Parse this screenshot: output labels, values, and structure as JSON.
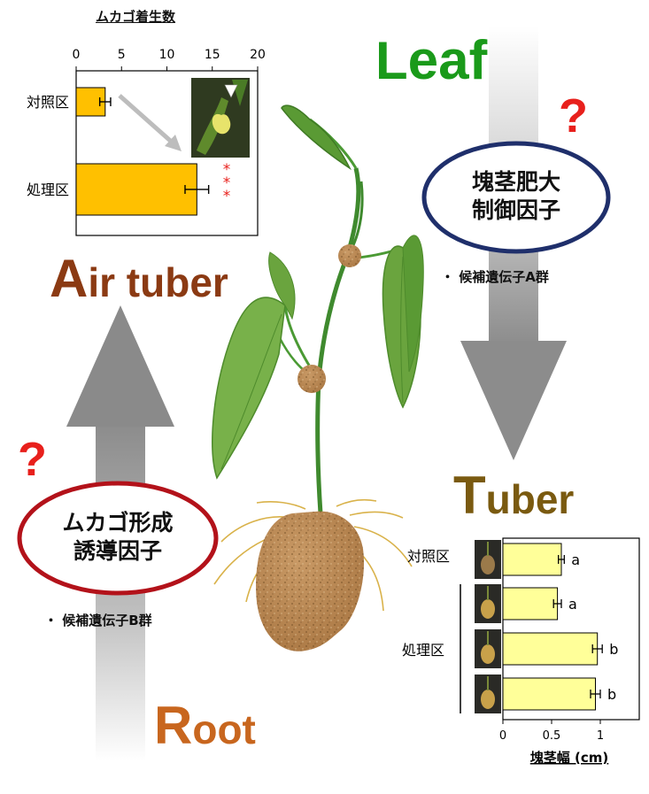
{
  "labels": {
    "leaf": "Leaf",
    "air_tuber": "Air tuber",
    "tuber": "Tuber",
    "root": "Root"
  },
  "question_marks": [
    "?",
    "?"
  ],
  "ellipses": {
    "top": {
      "line1": "塊茎肥大",
      "line2": "制御因子",
      "candidate": "・ 候補遺伝子A群"
    },
    "bottom": {
      "line1": "ムカゴ形成",
      "line2": "誘導因子",
      "candidate": "・ 候補遺伝子B群"
    }
  },
  "colors": {
    "leaf_green": "#1a9a1a",
    "air_tuber_brown": "#8b3a13",
    "tuber_brown": "#7a5a10",
    "root_orange": "#c8661e",
    "bar_orange": "#ffc000",
    "bar_yellow": "#ffff99",
    "question_red": "#e8201c",
    "ellipse_blue": "#1f2f6b",
    "ellipse_red": "#b3121a"
  },
  "chart_data": [
    {
      "type": "bar",
      "orientation": "horizontal",
      "title": "ムカゴ着生数",
      "categories": [
        "対照区",
        "処理区"
      ],
      "values": [
        3.2,
        13.3
      ],
      "errors": [
        0.6,
        1.3
      ],
      "xlim": [
        0,
        20
      ],
      "xticks": [
        "0",
        "5",
        "10",
        "15",
        "20"
      ],
      "significance": [
        "",
        "***"
      ],
      "photo_marker": "arrowhead"
    },
    {
      "type": "bar",
      "orientation": "horizontal",
      "xlabel": "塊茎幅 (cm)",
      "groups": [
        {
          "name": "対照区",
          "rows": 1
        },
        {
          "name": "処理区",
          "rows": 3
        }
      ],
      "values": [
        0.6,
        0.56,
        0.97,
        0.95
      ],
      "errors": [
        0.03,
        0.04,
        0.05,
        0.05
      ],
      "letters": [
        "a",
        "a",
        "b",
        "b"
      ],
      "xlim": [
        0,
        1.4
      ],
      "xticks": [
        "0",
        "0.5",
        "1"
      ]
    }
  ]
}
